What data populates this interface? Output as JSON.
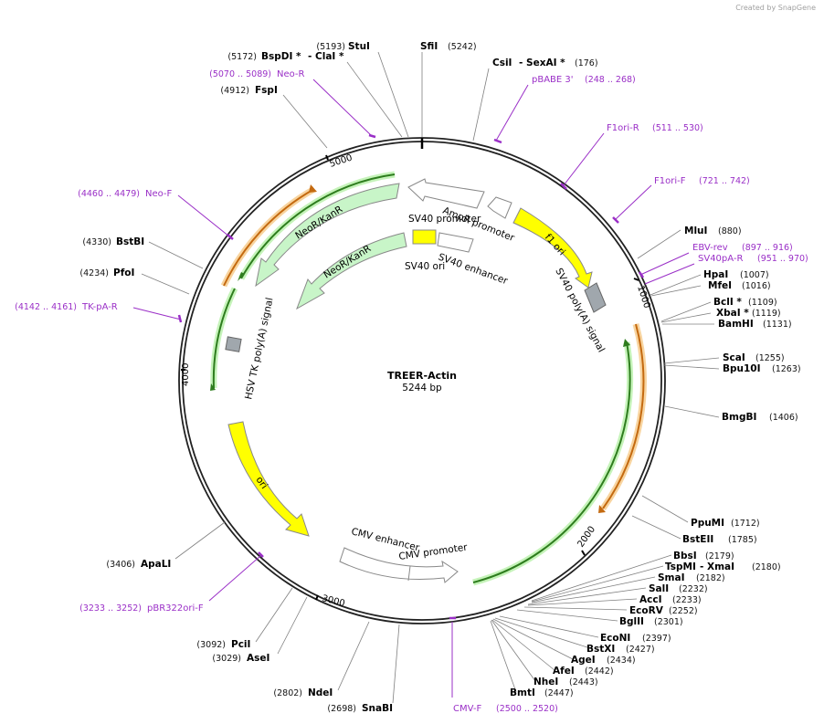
{
  "credit": "Created by SnapGene",
  "plasmid": {
    "name": "TREER-Actin",
    "size_label": "5244 bp"
  },
  "ticks": [
    "1000",
    "2000",
    "3000",
    "4000",
    "5000"
  ],
  "features": {
    "ampr_promoter": "AmpR promoter",
    "sv40_promoter": "SV40 promoter",
    "f1_ori": "f1 ori",
    "sv40_polya": "SV40 poly(A) signal",
    "sv40_ori": "SV40 ori",
    "sv40_enhancer": "SV40 enhancer",
    "neor_outer": "NeoR/KanR",
    "neor_inner": "NeoR/KanR",
    "hsv_tk": "HSV TK poly(A) signal",
    "ori": "ori",
    "cmv_enhancer": "CMV enhancer",
    "cmv_promoter": "CMV promoter"
  },
  "enzymes": [
    {
      "name": "StuI",
      "pos": "(5193)"
    },
    {
      "name": "SfiI",
      "pos": "(5242)"
    },
    {
      "name": "BspDI *",
      "pos": "(5172)"
    },
    {
      "name": "- ClaI *",
      "pos": ""
    },
    {
      "name": "FspI",
      "pos": "(4912)"
    },
    {
      "name": "CsiI",
      "pos": ""
    },
    {
      "name": "- SexAI *",
      "pos": "(176)"
    },
    {
      "name": "MluI",
      "pos": "(880)"
    },
    {
      "name": "HpaI",
      "pos": "(1007)"
    },
    {
      "name": "MfeI",
      "pos": "(1016)"
    },
    {
      "name": "BclI *",
      "pos": "(1109)"
    },
    {
      "name": "XbaI *",
      "pos": "(1119)"
    },
    {
      "name": "BamHI",
      "pos": "(1131)"
    },
    {
      "name": "ScaI",
      "pos": "(1255)"
    },
    {
      "name": "Bpu10I",
      "pos": "(1263)"
    },
    {
      "name": "BmgBI",
      "pos": "(1406)"
    },
    {
      "name": "PpuMI",
      "pos": "(1712)"
    },
    {
      "name": "BstEII",
      "pos": "(1785)"
    },
    {
      "name": "BbsI",
      "pos": "(2179)"
    },
    {
      "name": "TspMI",
      "pos": ""
    },
    {
      "name": "- XmaI",
      "pos": "(2180)"
    },
    {
      "name": "SmaI",
      "pos": "(2182)"
    },
    {
      "name": "SalI",
      "pos": "(2232)"
    },
    {
      "name": "AccI",
      "pos": "(2233)"
    },
    {
      "name": "EcoRV",
      "pos": "(2252)"
    },
    {
      "name": "BglII",
      "pos": "(2301)"
    },
    {
      "name": "EcoNI",
      "pos": "(2397)"
    },
    {
      "name": "BstXI",
      "pos": "(2427)"
    },
    {
      "name": "AgeI",
      "pos": "(2434)"
    },
    {
      "name": "AfeI",
      "pos": "(2442)"
    },
    {
      "name": "NheI",
      "pos": "(2443)"
    },
    {
      "name": "BmtI",
      "pos": "(2447)"
    },
    {
      "name": "SnaBI",
      "pos": "(2698)"
    },
    {
      "name": "NdeI",
      "pos": "(2802)"
    },
    {
      "name": "AseI",
      "pos": "(3029)"
    },
    {
      "name": "PciI",
      "pos": "(3092)"
    },
    {
      "name": "ApaLI",
      "pos": "(3406)"
    },
    {
      "name": "PfoI",
      "pos": "(4234)"
    },
    {
      "name": "BstBI",
      "pos": "(4330)"
    }
  ],
  "primers": [
    {
      "name": "Neo-R",
      "range": "(5070 .. 5089)"
    },
    {
      "name": "pBABE 3'",
      "range": "(248 .. 268)"
    },
    {
      "name": "F1ori-R",
      "range": "(511 .. 530)"
    },
    {
      "name": "F1ori-F",
      "range": "(721 .. 742)"
    },
    {
      "name": "EBV-rev",
      "range": "(897 .. 916)"
    },
    {
      "name": "SV40pA-R",
      "range": "(951 .. 970)"
    },
    {
      "name": "CMV-F",
      "range": "(2500 .. 2520)"
    },
    {
      "name": "pBR322ori-F",
      "range": "(3233 .. 3252)"
    },
    {
      "name": "TK-pA-R",
      "range": "(4142 .. 4161)"
    },
    {
      "name": "Neo-F",
      "range": "(4460 .. 4479)"
    }
  ],
  "colors": {
    "backbone": "#222222",
    "primer": "#9a2fc7",
    "enzyme_line": "#808080",
    "feature_yellow": "#ffff00",
    "feature_green": "#c8f5c8",
    "feature_white": "#ffffff",
    "polya_gray": "#a0a0a0",
    "orf_green": "#2e7d1e",
    "orf_orange": "#c46a10"
  }
}
